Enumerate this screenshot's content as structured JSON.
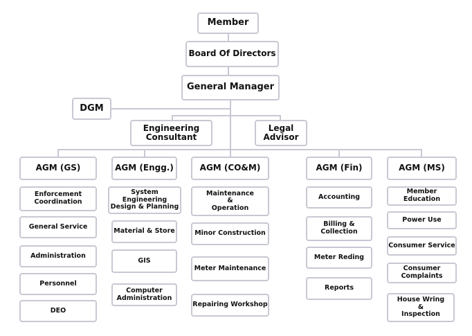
{
  "top": {
    "member": "Member",
    "board": "Board Of Directors",
    "gm": "General Manager",
    "dgm": "DGM",
    "engineering_consultant": "Engineering\nConsultant",
    "legal_advisor": "Legal\nAdvisor"
  },
  "departments": [
    {
      "label": "AGM (GS)",
      "items": [
        "Enforcement\nCoordination",
        "General Service",
        "Administration",
        "Personnel",
        "DEO"
      ]
    },
    {
      "label": "AGM (Engg.)",
      "items": [
        "System Engineering\nDesign & Planning",
        "Material & Store",
        "GIS",
        "Computer\nAdministration"
      ]
    },
    {
      "label": "AGM (CO&M)",
      "items": [
        "Maintenance\n&\nOperation",
        "Minor Construction",
        "Meter Maintenance",
        "Repairing Workshop"
      ]
    },
    {
      "label": "AGM (Fin)",
      "items": [
        "Accounting",
        "Billing & Collection",
        "Meter Reding",
        "Reports"
      ]
    },
    {
      "label": "AGM (MS)",
      "items": [
        "Member Education",
        "Power Use",
        "Consumer Service",
        "Consumer\nComplaints",
        "House Wring\n&\nInspection"
      ]
    }
  ],
  "colors": {
    "border": "#c8c8d4",
    "line": "#c8c8d4",
    "text": "#111111"
  }
}
